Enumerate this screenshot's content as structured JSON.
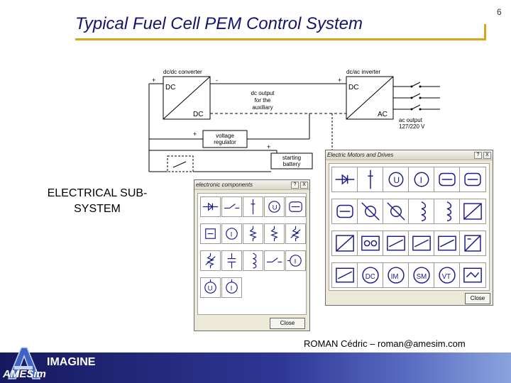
{
  "slide": {
    "title": "Typical Fuel Cell PEM Control System",
    "page_number": "6",
    "subsystem_label": "ELECTRICAL SUB-SYSTEM",
    "credit": "ROMAN Cédric – roman@amesim.com"
  },
  "schematic": {
    "converter_label": "dc/dc converter",
    "inverter_label": "dc/ac inverter",
    "dc_text": "DC",
    "ac_text": "AC",
    "dc_output": [
      "dc output",
      "for the",
      "auxiliary"
    ],
    "ac_output": [
      "ac output",
      "127/220 V"
    ],
    "voltage_regulator": [
      "voltage",
      "regulator"
    ],
    "starting_battery": [
      "starting",
      "battery"
    ],
    "plus": "+",
    "minus": "-"
  },
  "components_window": {
    "title": "electronic components",
    "help": "?",
    "close": "X",
    "icons": [
      "diode",
      "switch",
      "lamp",
      "voltmeter",
      "transformer",
      "fuel-cell",
      "ammeter",
      "resistor",
      "resistor",
      "variable-resistor",
      "variable-resistor",
      "capacitor",
      "inductor",
      "switch",
      "current-sensor",
      "voltage-source",
      "current-source"
    ],
    "button_text": "Close"
  },
  "motors_window": {
    "title": "Electric Motors and Drives",
    "help": "?",
    "close": "X",
    "icons": [
      "diode",
      "lamp",
      "voltmeter",
      "ammeter",
      "transformer",
      "transformer",
      "transformer",
      "sensor",
      "sensor",
      "inductor",
      "inductor",
      "converter",
      "converter",
      "transmission",
      "module",
      "module",
      "module",
      "rectifier",
      "module",
      "dc-motor",
      "induction-motor",
      "sync-motor",
      "vt-controller",
      "controller"
    ],
    "close_text": "Close"
  },
  "footer": {
    "brand": "IMAGINE",
    "product": "AMESim",
    "colors": {
      "bar": "#2e3795",
      "accent": "#d9a41a",
      "title": "#14146e"
    }
  }
}
